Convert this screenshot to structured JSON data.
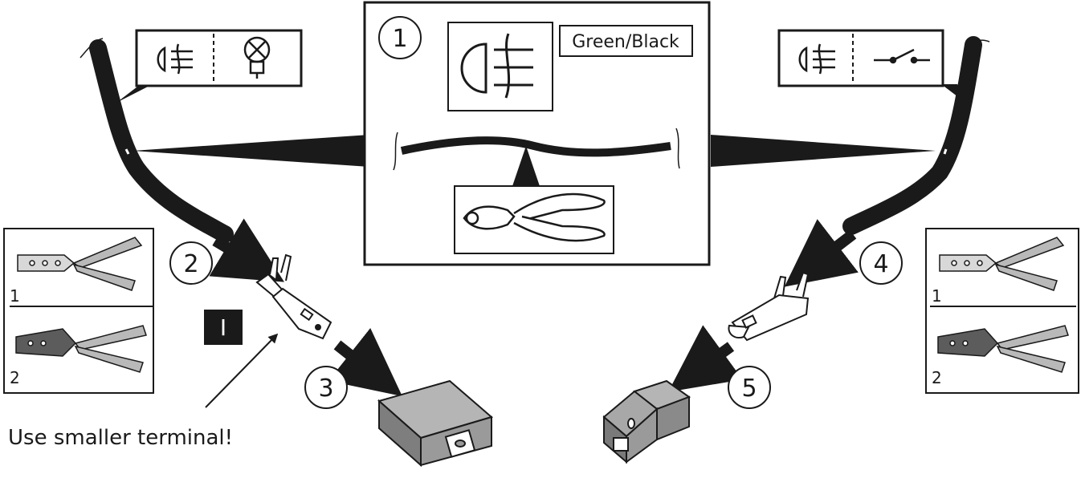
{
  "wire_color_label": "Green/Black",
  "steps": [
    "1",
    "2",
    "3",
    "4",
    "5"
  ],
  "terminal_mark": "I",
  "note": "Use smaller terminal!",
  "tool_labels_left": [
    "1",
    "2"
  ],
  "tool_labels_right": [
    "1",
    "2"
  ],
  "icons": [
    "fog-light-icon",
    "bulb-icon",
    "switch-icon",
    "wire-cutter-icon",
    "crimp-tool-icon",
    "spade-terminal-icon",
    "receptacle-terminal-icon",
    "connector-housing-icon"
  ],
  "colors": {
    "ink": "#1a1a1a",
    "housing": "#8f8f8f",
    "tool": "#b9b9b9"
  }
}
